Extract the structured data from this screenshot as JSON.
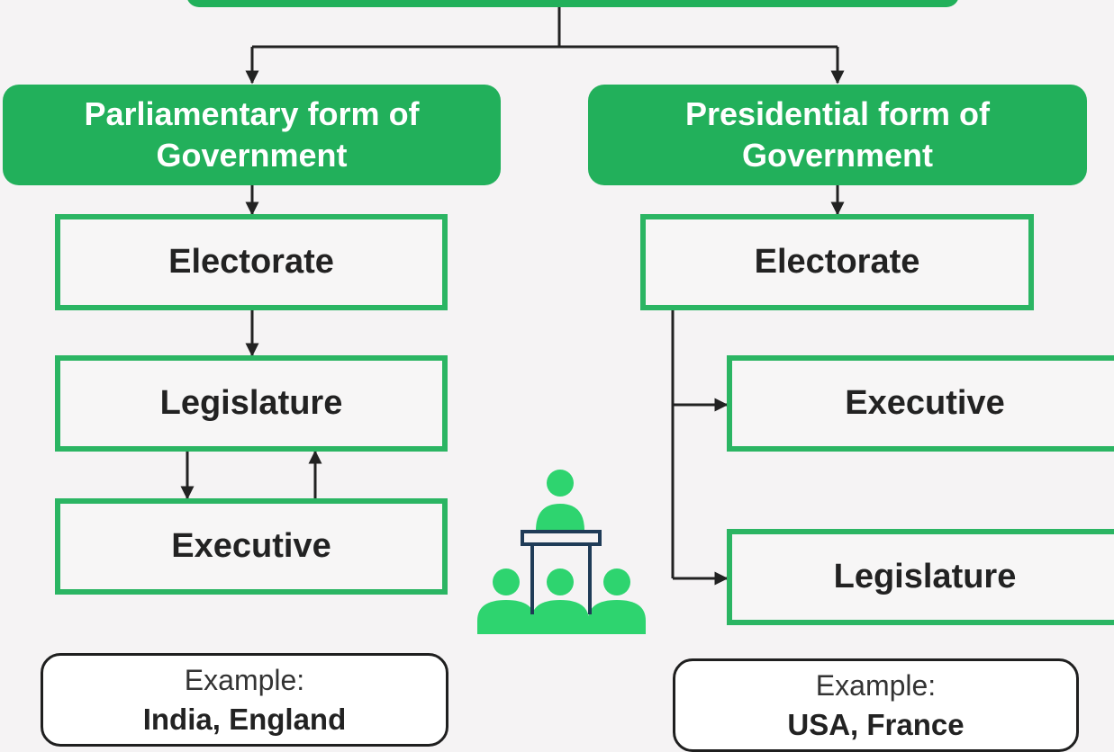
{
  "colors": {
    "accent": "#22b05b",
    "box_border": "#2bb563",
    "icon": "#2ed46f",
    "icon_lectern": "#1f3b57"
  },
  "parliamentary": {
    "title_line1": "Parliamentary form of",
    "title_line2": "Government",
    "electorate": "Electorate",
    "legislature": "Legislature",
    "executive": "Executive",
    "example_label": "Example:",
    "example_value": "India, England"
  },
  "presidential": {
    "title_line1": "Presidential form of",
    "title_line2": "Government",
    "electorate": "Electorate",
    "executive": "Executive",
    "legislature": "Legislature",
    "example_label": "Example:",
    "example_value": "USA, France"
  },
  "center_icon": "assembly-lectern-icon"
}
